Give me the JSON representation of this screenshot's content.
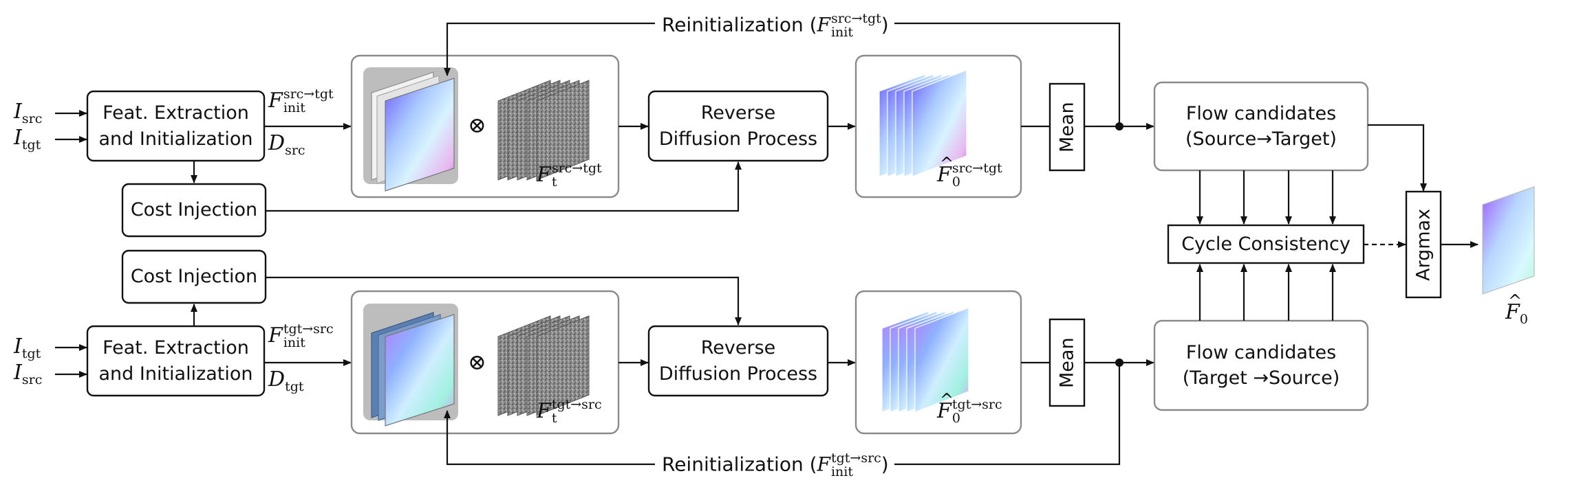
{
  "inputs": {
    "top": {
      "i1_base": "I",
      "i1_sub": "src",
      "i2_base": "I",
      "i2_sub": "tgt"
    },
    "bottom": {
      "i1_base": "I",
      "i1_sub": "tgt",
      "i2_base": "I",
      "i2_sub": "src"
    }
  },
  "boxes": {
    "feat_extraction_line1": "Feat. Extraction",
    "feat_extraction_line2": "and Initialization",
    "cost_injection": "Cost Injection",
    "reverse_diffusion_line1": "Reverse",
    "reverse_diffusion_line2": "Diffusion Process",
    "mean": "Mean",
    "cycle_consistency": "Cycle Consistency",
    "argmax": "Argmax",
    "flow_candidates_top_line1": "Flow candidates",
    "flow_candidates_top_line2": "(Source→Target)",
    "flow_candidates_bottom_line1": "Flow candidates",
    "flow_candidates_bottom_line2": "(Target →Source)"
  },
  "labels": {
    "top": {
      "f_init_base": "F",
      "f_init_sup": "src→tgt",
      "f_init_sub": "init",
      "d_base": "D",
      "d_sub": "src",
      "ft_base": "F",
      "ft_sup": "src→tgt",
      "ft_sub": "t",
      "f0_base": "F",
      "f0_sup": "src→tgt",
      "f0_sub": "0",
      "reinit_text": "Reinitialization (",
      "reinit_base": "F",
      "reinit_sup": "src→tgt",
      "reinit_sub": "init",
      "reinit_close": ")"
    },
    "bottom": {
      "f_init_base": "F",
      "f_init_sup": "tgt→src",
      "f_init_sub": "init",
      "d_base": "D",
      "d_sub": "tgt",
      "ft_base": "F",
      "ft_sup": "tgt→src",
      "ft_sub": "t",
      "f0_base": "F",
      "f0_sup": "tgt→src",
      "f0_sub": "0",
      "reinit_text": "Reinitialization (",
      "reinit_base": "F",
      "reinit_sup": "tgt→src",
      "reinit_sub": "init",
      "reinit_close": ")"
    },
    "otimes": "⊗",
    "output_base": "F",
    "output_sub": "0"
  },
  "colors": {
    "stroke": "#111111",
    "panel_border": "#8a8a8a",
    "gray_panel": "#bdbdbd",
    "noise": "#8a8a8a"
  }
}
